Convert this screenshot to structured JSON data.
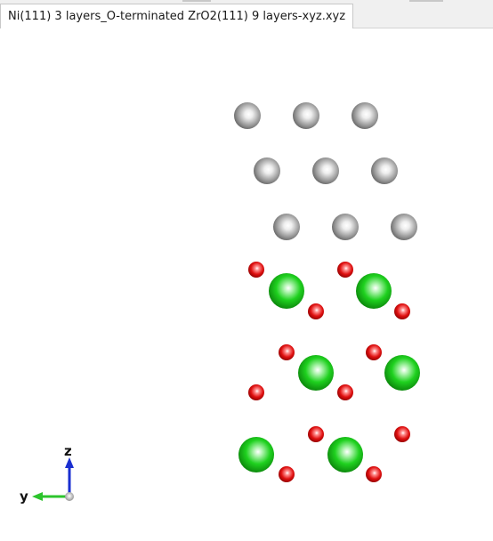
{
  "window": {
    "tab_title": "Ni(111) 3 layers_O-terminated ZrO2(111) 9 layers-xyz.xyz"
  },
  "structure": {
    "elements": [
      {
        "symbol": "Ni",
        "color": "#a8a8a8"
      },
      {
        "symbol": "Zr",
        "color": "#22cc22"
      },
      {
        "symbol": "O",
        "color": "#dd1111"
      }
    ]
  },
  "axes": {
    "z_label": "z",
    "y_label": "y",
    "z_color": "#1a2fd0",
    "y_color": "#2cc42c"
  }
}
